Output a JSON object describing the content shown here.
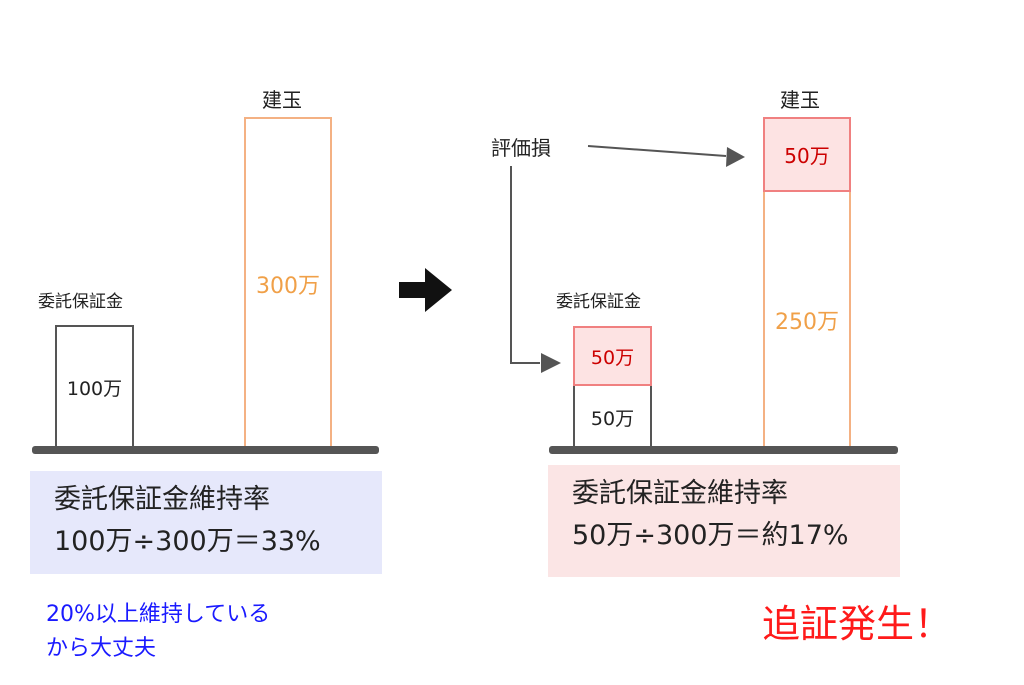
{
  "before": {
    "margin_label": "委託保証金",
    "margin_value": "100万",
    "position_label": "建玉",
    "position_value": "300万",
    "formula_title": "委託保証金維持率",
    "formula_calc": "100万÷300万＝33%",
    "note_line1": "20%以上維持している",
    "note_line2": "から大丈夫"
  },
  "after": {
    "margin_label": "委託保証金",
    "margin_loss_value": "50万",
    "margin_remaining_value": "50万",
    "position_label": "建玉",
    "position_loss_value": "50万",
    "position_remaining_value": "250万",
    "loss_label": "評価損",
    "formula_title": "委託保証金維持率",
    "formula_calc_prefix": "50万÷300万＝",
    "formula_calc_approx": "約17%",
    "result": "追証発生！"
  },
  "colors": {
    "position_orange": "#f4b183",
    "orange_text": "#f0a048",
    "loss_red": "#f08080",
    "loss_fill": "#fde3e3",
    "loss_text": "#cc0000",
    "before_formula_bg": "#e6e8fb",
    "after_formula_bg": "#fbe5e5",
    "note_blue": "#1a1aff",
    "result_red": "#ff1a1a",
    "arrow_black": "#111111",
    "arrow_gray": "#555555"
  }
}
